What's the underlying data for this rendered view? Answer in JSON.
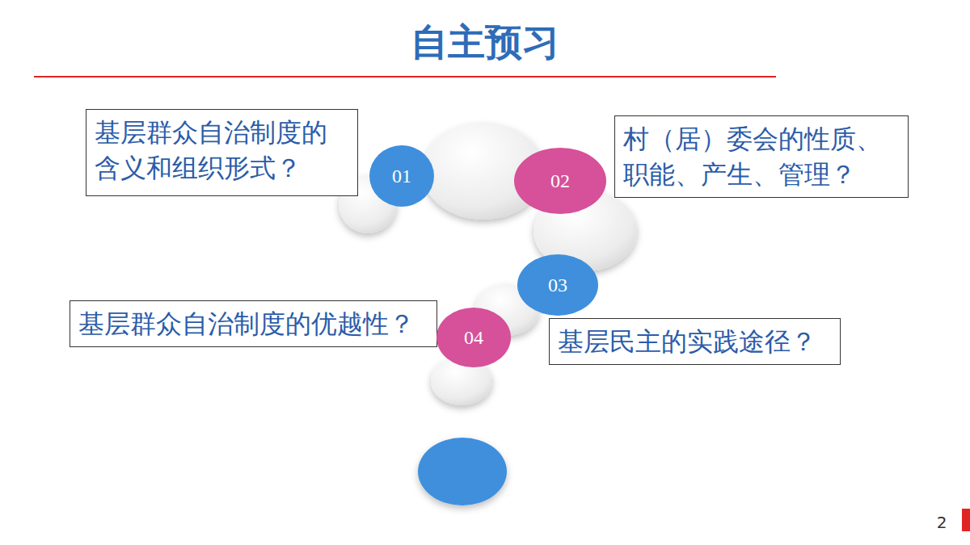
{
  "diagram": {
    "title": "自主预习",
    "nodes": [
      {
        "text": [
          "基层群众自治制度的含义和组织形式？"
        ]
      },
      {
        "text": [
          "01"
        ]
      },
      {
        "text": [
          "02"
        ]
      },
      {
        "text": [
          "村（居）委会的性质、职能、产生、管理？"
        ]
      },
      {
        "text": [
          "基层群众自治制度的优越性？"
        ]
      },
      {
        "text": [
          "04"
        ]
      },
      {
        "text": [
          "03"
        ]
      },
      {
        "text": [
          "基层民主的实践途径？"
        ]
      }
    ],
    "labels": [
      "2"
    ]
  }
}
